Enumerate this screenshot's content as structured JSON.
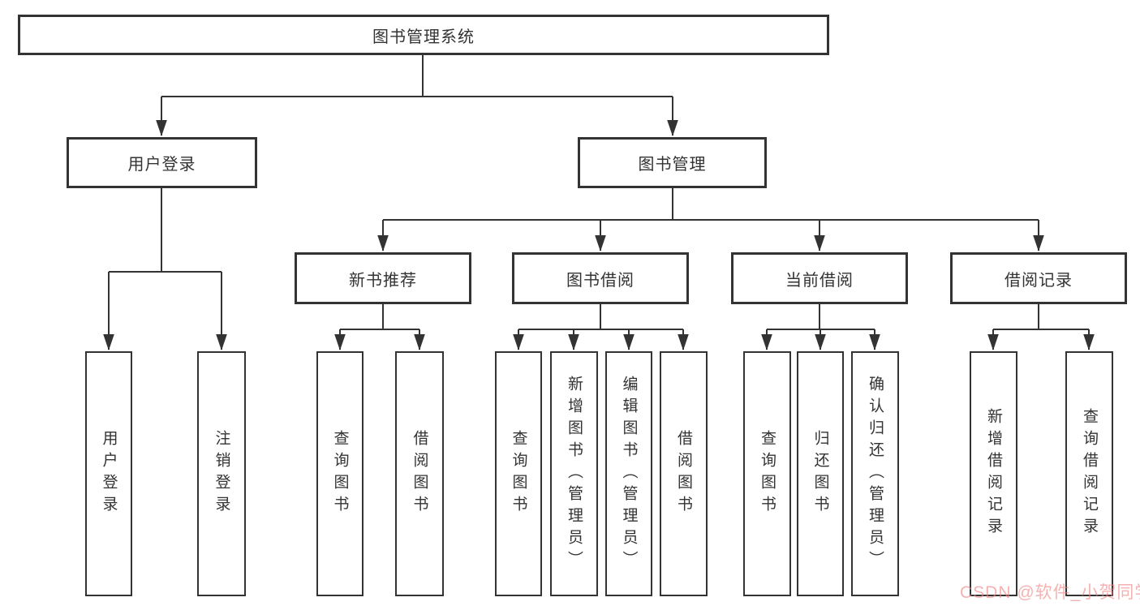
{
  "diagram": {
    "root": {
      "label": "图书管理系统"
    },
    "branches": [
      {
        "label": "用户登录",
        "children": [
          {
            "label": "用户登录"
          },
          {
            "label": "注销登录"
          }
        ]
      },
      {
        "label": "图书管理",
        "children": [
          {
            "label": "新书推荐",
            "children": [
              {
                "label": "查询图书"
              },
              {
                "label": "借阅图书"
              }
            ]
          },
          {
            "label": "图书借阅",
            "children": [
              {
                "label": "查询图书"
              },
              {
                "label": "新增图书（管理员）"
              },
              {
                "label": "编辑图书（管理员）"
              },
              {
                "label": "借阅图书"
              }
            ]
          },
          {
            "label": "当前借阅",
            "children": [
              {
                "label": "查询图书"
              },
              {
                "label": "归还图书"
              },
              {
                "label": "确认归还（管理员）"
              }
            ]
          },
          {
            "label": "借阅记录",
            "children": [
              {
                "label": "新增借阅记录"
              },
              {
                "label": "查询借阅记录"
              }
            ]
          }
        ]
      }
    ]
  },
  "watermark": {
    "text": "CSDN @软件_小贺同学",
    "color": "#F08282"
  },
  "colors": {
    "line": "#333333",
    "box_border": "#333333",
    "text": "#333333",
    "background": "#FFFFFF"
  }
}
